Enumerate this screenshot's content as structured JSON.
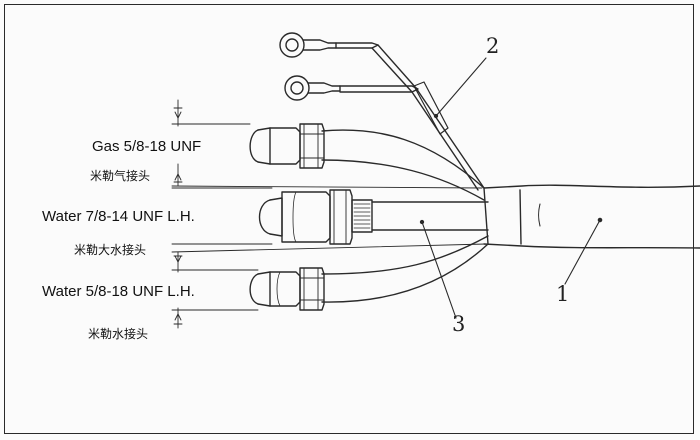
{
  "labels": {
    "gas_en": "Gas 5/8-18 UNF",
    "gas_cn": "米勒气接头",
    "water_big_en": "Water 7/8-14 UNF L.H.",
    "water_big_cn": "米勒大水接头",
    "water_small_en": "Water 5/8-18 UNF L.H.",
    "water_small_cn": "米勒水接头"
  },
  "callouts": {
    "one": "1",
    "two": "2",
    "three": "3"
  }
}
